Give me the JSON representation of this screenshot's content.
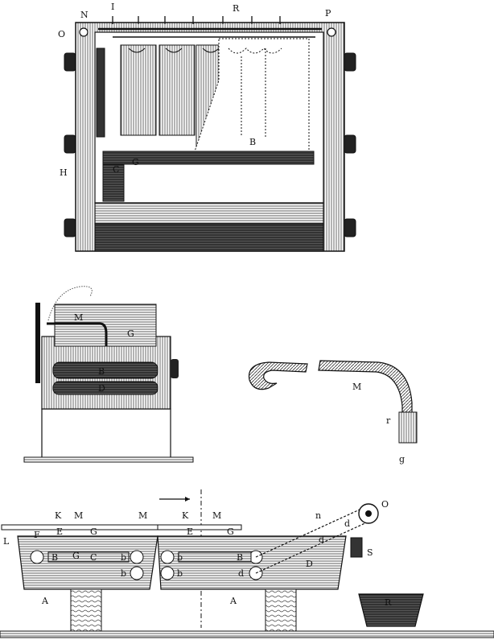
{
  "plate": {
    "top_view_labels": {
      "N": "N",
      "I": "I",
      "R": "R",
      "P": "P",
      "O": "O",
      "B": "B",
      "H": "H",
      "C": "C",
      "G": "G"
    },
    "side_view_labels": {
      "M": "M",
      "G": "G",
      "B": "B",
      "D": "D"
    },
    "pipe_detail_labels": {
      "M": "M",
      "r": "r",
      "g": "g"
    },
    "section_labels": {
      "K1": "K",
      "M1": "M",
      "M2": "M",
      "E1": "E",
      "G1": "G",
      "F": "F",
      "L": "L",
      "B1": "B",
      "G2": "G",
      "C1": "C",
      "b1": "b",
      "b2": "b",
      "K2": "K",
      "M3": "M",
      "E2": "E",
      "G3": "G",
      "b3": "b",
      "B2": "B",
      "d1": "d",
      "b4": "b",
      "d2": "d",
      "n": "n",
      "O": "O",
      "d3": "d",
      "S": "S",
      "D": "D",
      "R": "R",
      "A1": "A",
      "A2": "A"
    }
  }
}
